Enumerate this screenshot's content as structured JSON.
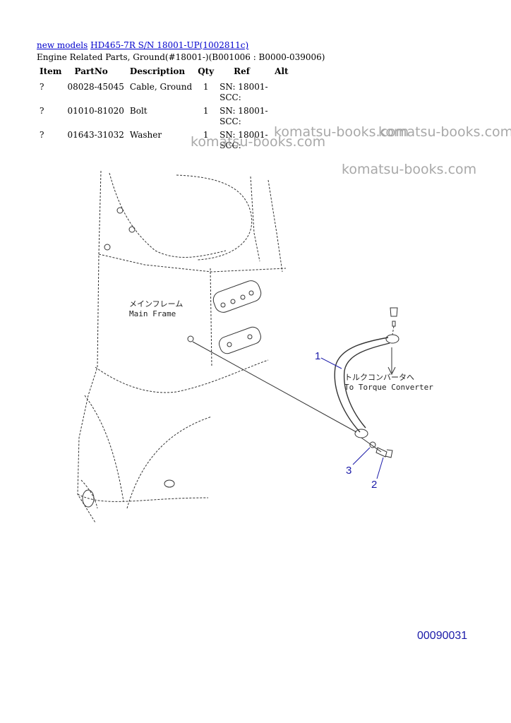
{
  "header": {
    "link1": "new models",
    "link2": "HD465-7R S/N 18001-UP(1002811c)",
    "subtitle": "Engine Related Parts, Ground(#18001-)(B001006 : B0000-039006)"
  },
  "table": {
    "columns": [
      "Item",
      "PartNo",
      "Description",
      "Qty",
      "Ref",
      "Alt"
    ],
    "rows": [
      {
        "item": "?",
        "part": "08028-45045",
        "desc": "Cable, Ground",
        "qty": "1",
        "ref": "SN: 18001-SCC:",
        "alt": ""
      },
      {
        "item": "?",
        "part": "01010-81020",
        "desc": "Bolt",
        "qty": "1",
        "ref": "SN: 18001-SCC:",
        "alt": ""
      },
      {
        "item": "?",
        "part": "01643-31032",
        "desc": "Washer",
        "qty": "1",
        "ref": "SN: 18001-SCC:",
        "alt": ""
      }
    ]
  },
  "watermark": "komatsu-books.com",
  "diagram": {
    "main_frame_jp": "メインフレーム",
    "main_frame_en": "Main Frame",
    "torque_jp": "トルクコンバータへ",
    "torque_en": "To Torque Converter",
    "callouts": [
      "1",
      "2",
      "3"
    ],
    "code": "00090031"
  },
  "colors": {
    "link": "#0000cc",
    "callout": "#1a1aa8",
    "watermark": "#9a9a9a"
  }
}
